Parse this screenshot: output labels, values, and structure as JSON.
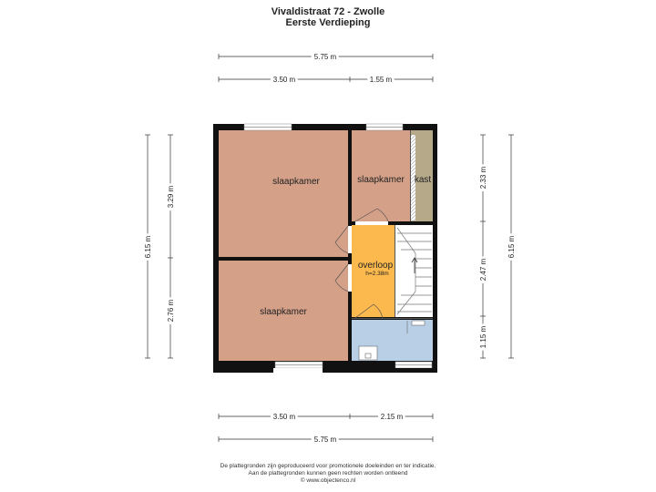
{
  "header": {
    "address": "Vivaldistraat 72 - Zwolle",
    "floor": "Eerste Verdieping"
  },
  "dimensions": {
    "top_total": "5.75 m",
    "top_left": "3.50 m",
    "top_right": "1.55 m",
    "bottom_left": "3.50 m",
    "bottom_right": "2.15 m",
    "bottom_total": "5.75 m",
    "left_total": "6.15 m",
    "left_upper": "3.29 m",
    "left_lower": "2.76 m",
    "right_upper": "2.33 m",
    "right_middle": "2.47 m",
    "right_lower": "1.15 m",
    "right_total": "6.15 m"
  },
  "rooms": {
    "bedroom_large": "slaapkamer",
    "bedroom_small": "slaapkamer",
    "closet": "kast",
    "landing": "overloop",
    "landing_height": "h=2.38m",
    "bedroom_lower": "slaapkamer"
  },
  "footer": {
    "line1": "De plattegronden zijn geproduceerd voor promotionele doeleinden en ter indicatie.",
    "line2": "Aan de plattegronden kunnen geen rechten worden ontleend",
    "line3": "© www.objectenco.nl"
  },
  "colors": {
    "bedroom": "#d4a088",
    "landing": "#fcb94d",
    "bathroom": "#b8cfe6",
    "closet": "#b5a98a",
    "wall": "#111111"
  }
}
